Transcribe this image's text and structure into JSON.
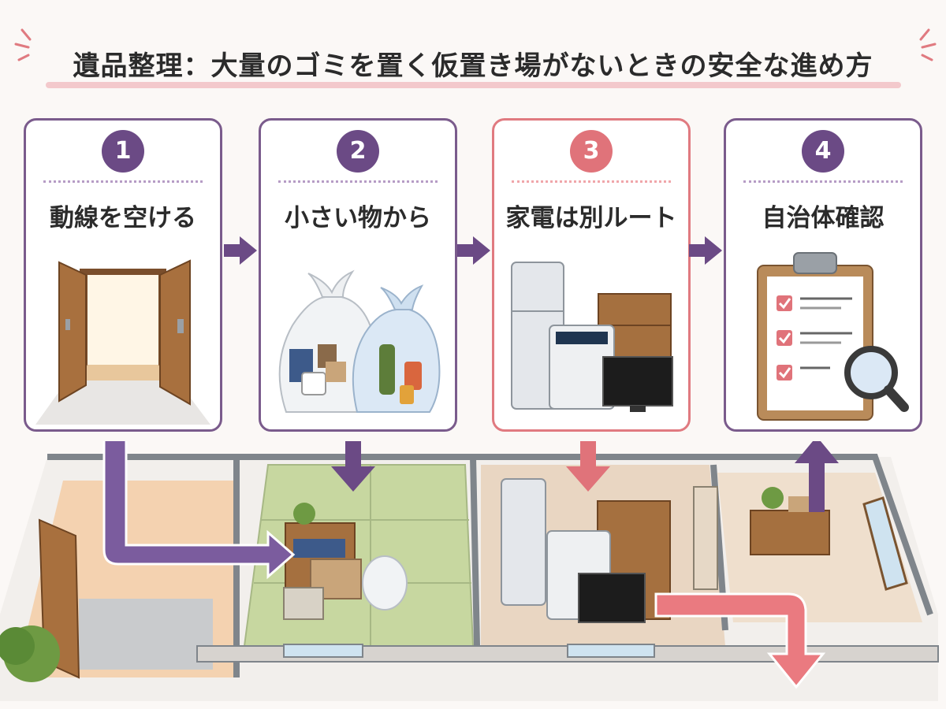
{
  "title": "遺品整理：大量のゴミを置く仮置き場がないときの安全な進め方",
  "colors": {
    "purple": "#6b4a85",
    "pink": "#e0737a",
    "card_border_purple": "#7a5b8c",
    "card_border_red": "#e07a80",
    "title_underline": "#f3c9cc"
  },
  "steps": [
    {
      "number": "1",
      "label": "動線を空ける",
      "icon": "door-icon",
      "accent": "purple"
    },
    {
      "number": "2",
      "label": "小さい物から",
      "icon": "trash-bags-icon",
      "accent": "purple"
    },
    {
      "number": "3",
      "label": "家電は別ルート",
      "icon": "appliances-icon",
      "accent": "red"
    },
    {
      "number": "4",
      "label": "自治体確認",
      "icon": "checklist-clipboard-icon",
      "accent": "purple"
    }
  ]
}
